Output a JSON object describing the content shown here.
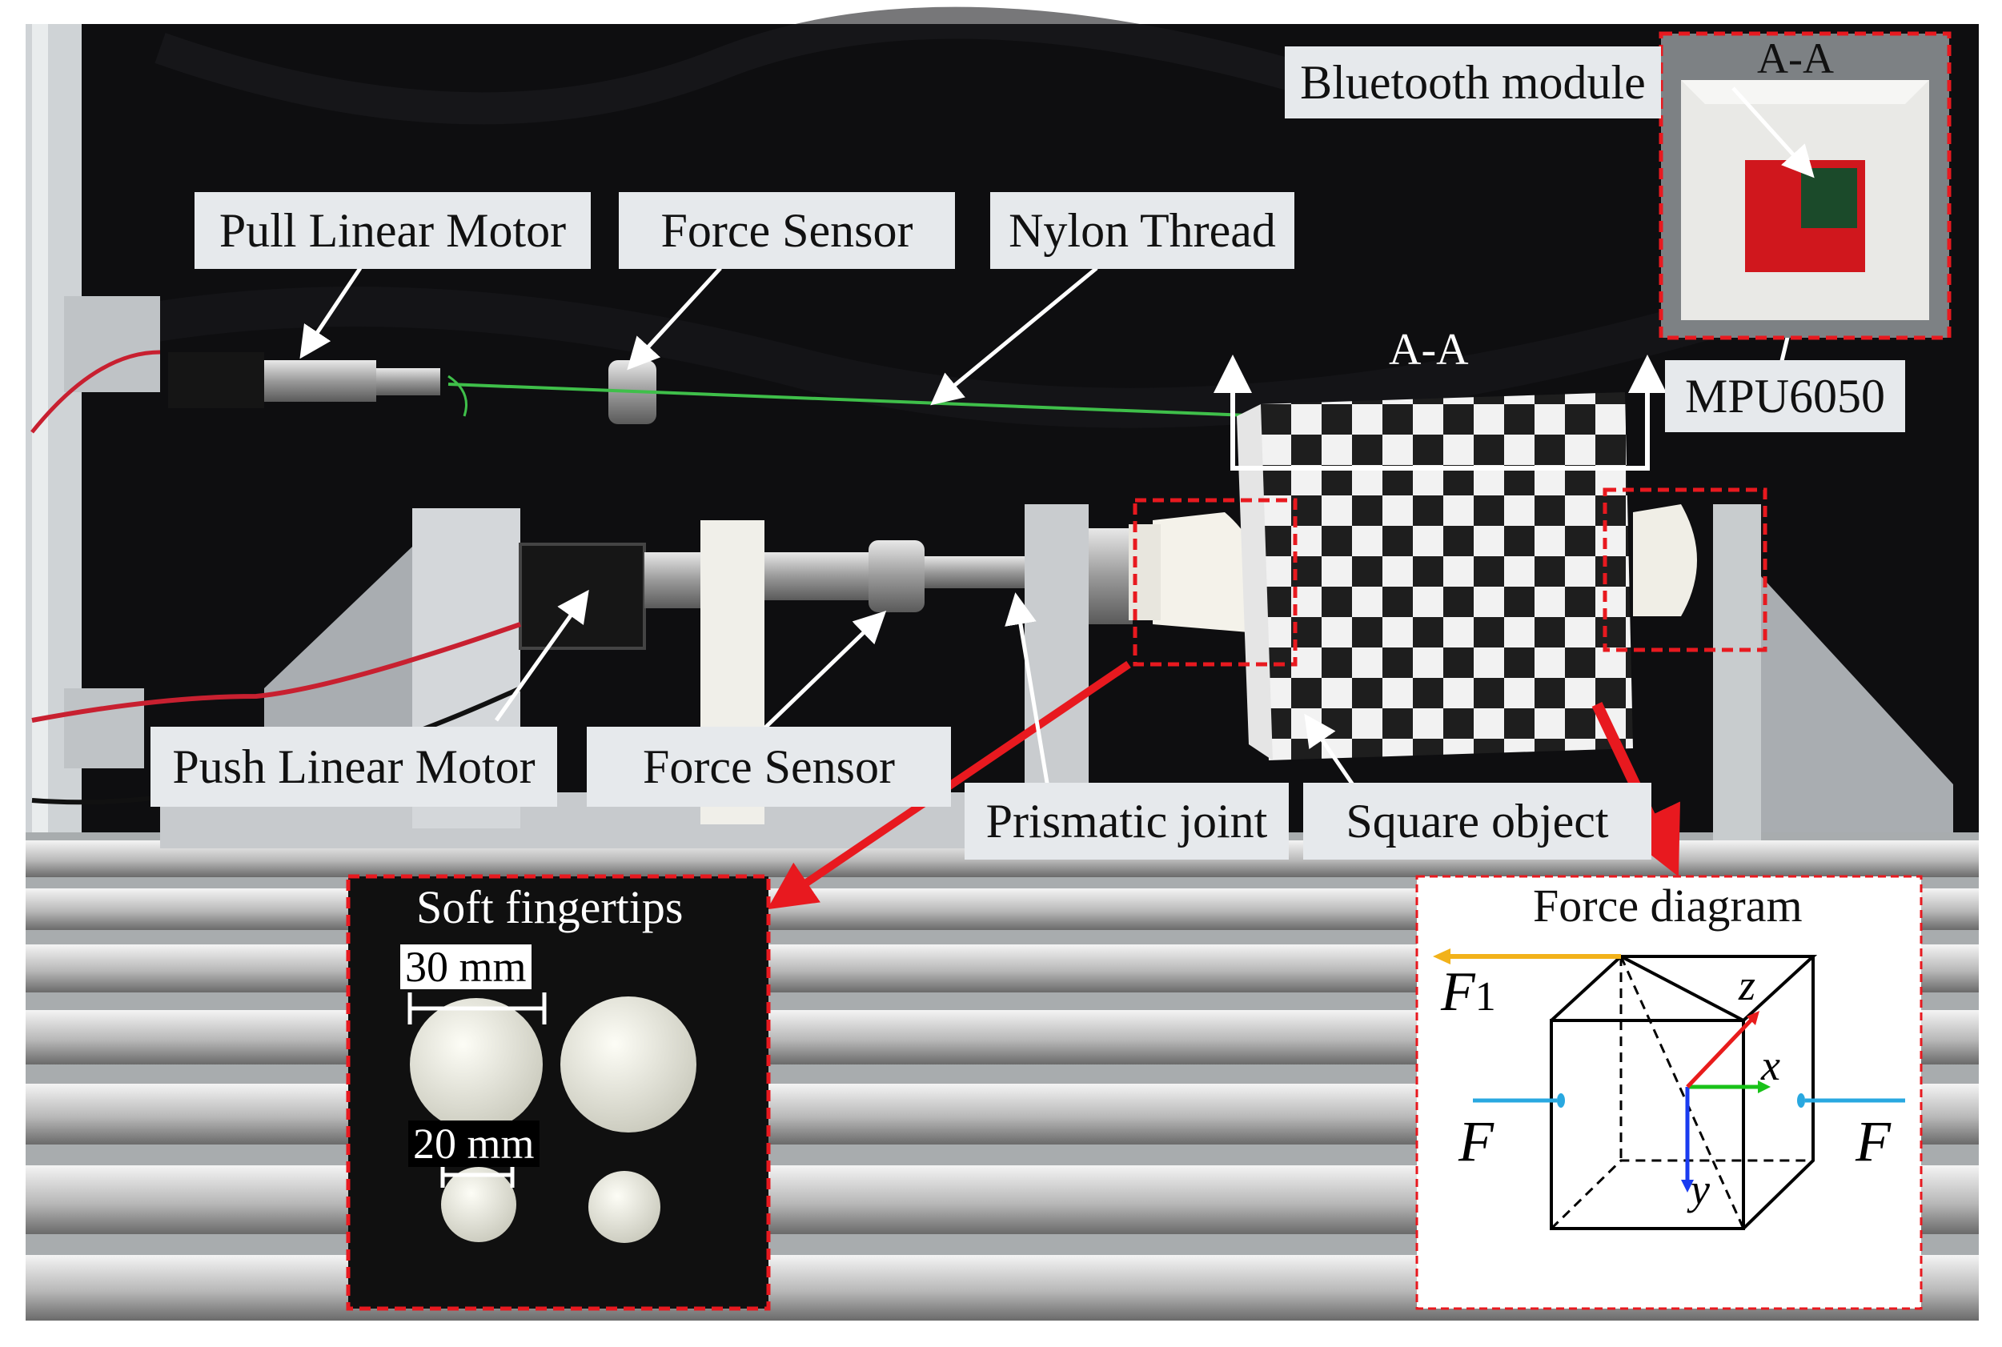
{
  "callouts": {
    "pull_motor": "Pull Linear Motor",
    "force_sensor_top": "Force Sensor",
    "nylon_thread": "Nylon Thread",
    "bluetooth": "Bluetooth module",
    "mpu": "MPU6050",
    "push_motor": "Push Linear Motor",
    "force_sensor_bottom": "Force Sensor",
    "prismatic_joint": "Prismatic joint",
    "square_object": "Square object",
    "section_main": "A-A",
    "section_inset": "A-A"
  },
  "fingertips_inset": {
    "title": "Soft fingertips",
    "dim_large": "30 mm",
    "dim_small": "20 mm"
  },
  "force_inset": {
    "title": "Force diagram",
    "f1_main": "F",
    "f1_sub": "1",
    "f_left": "F",
    "f_right": "F",
    "axis_x": "x",
    "axis_y": "y",
    "axis_z": "z"
  },
  "colors": {
    "callout_bg": "#e6e9ec",
    "highlight_red": "#e8191f",
    "f1_arrow": "#f2b21a",
    "f_arrow": "#29a8e0",
    "axis_x": "#19c219",
    "axis_y": "#1a3cf0",
    "axis_z": "#e81c1c"
  }
}
